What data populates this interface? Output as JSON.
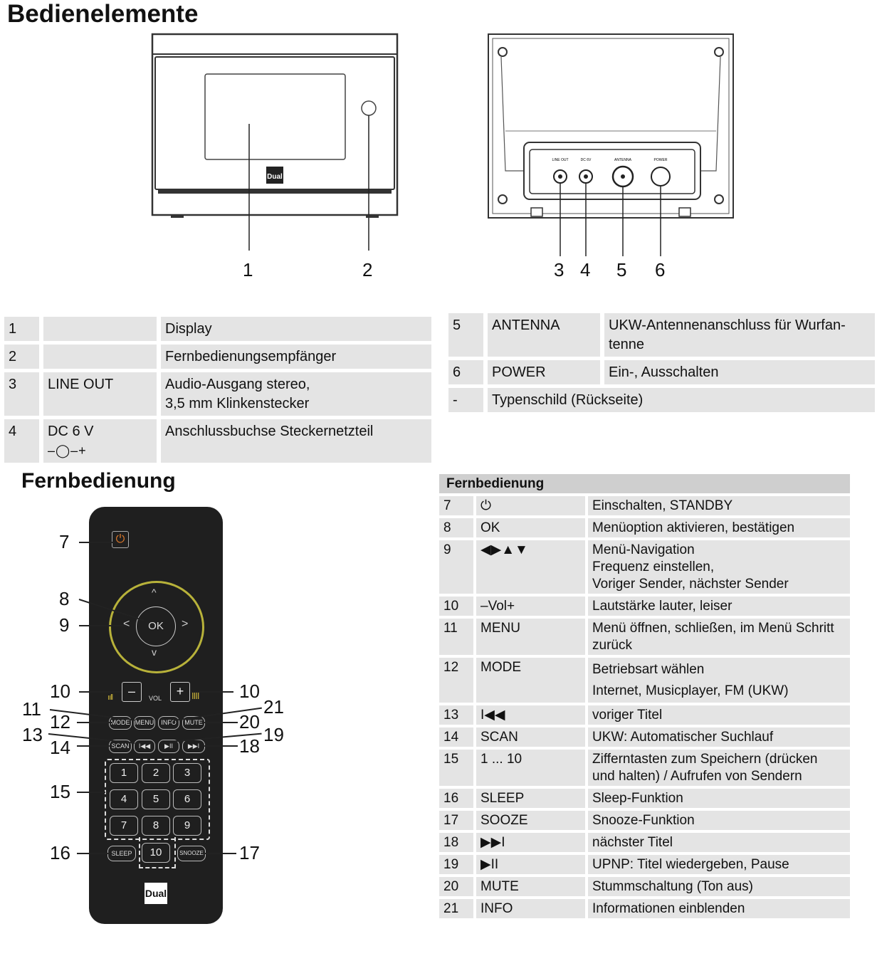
{
  "page": {
    "title": "Bedienelemente",
    "remote_section_title": "Fernbedienung"
  },
  "device": {
    "brand": "Dual",
    "front_callouts": [
      "1",
      "2"
    ],
    "back_callouts": [
      "3",
      "4",
      "5",
      "6"
    ],
    "back_panel_labels": [
      "LINE OUT",
      "DC 6V",
      "ANTENNA",
      "POWER"
    ]
  },
  "parts_left": [
    {
      "num": "1",
      "name": "",
      "desc": "Display"
    },
    {
      "num": "2",
      "name": "",
      "desc": "Fernbedienungsempfänger"
    },
    {
      "num": "3",
      "name": "LINE OUT",
      "desc": "Audio-Ausgang stereo,",
      "desc2": "3,5 mm Klinkenstecker"
    },
    {
      "num": "4",
      "name": "DC 6 V",
      "symbol": "–◯–+",
      "desc": "Anschlussbuchse Steckernetzteil"
    }
  ],
  "parts_right": [
    {
      "num": "5",
      "name": "ANTENNA",
      "desc": "UKW-Antennenanschluss für Wurfan-",
      "desc2": "tenne"
    },
    {
      "num": "6",
      "name": "POWER",
      "desc": "Ein-, Ausschalten"
    },
    {
      "num": "-",
      "name": "Typenschild (Rückseite)"
    }
  ],
  "remote_table": {
    "header": "Fernbedienung",
    "rows": [
      {
        "num": "7",
        "key": "⏻",
        "desc": "Einschalten, STANDBY"
      },
      {
        "num": "8",
        "key": "OK",
        "desc": "Menüoption aktivieren, bestätigen"
      },
      {
        "num": "9",
        "key": "◀▶▲▼",
        "desc": "Menü-Navigation",
        "desc2": "Frequenz einstellen,",
        "desc3": "Voriger Sender, nächster Sender"
      },
      {
        "num": "10",
        "key": "–Vol+",
        "desc": "Lautstärke lauter, leiser"
      },
      {
        "num": "11",
        "key": "MENU",
        "desc": "Menü öffnen, schließen, im Menü Schritt",
        "desc2": "zurück"
      },
      {
        "num": "12",
        "key": "MODE",
        "desc": "Betriebsart wählen",
        "desc2": "Internet, Musicplayer, FM (UKW)"
      },
      {
        "num": "13",
        "key": "I◀◀",
        "desc": "voriger Titel"
      },
      {
        "num": "14",
        "key": "SCAN",
        "desc": "UKW: Automatischer Suchlauf"
      },
      {
        "num": "15",
        "key": "1 ... 10",
        "desc": "Zifferntasten zum Speichern (drücken",
        "desc2": "und halten) / Aufrufen von Sendern"
      },
      {
        "num": "16",
        "key": "SLEEP",
        "desc": "Sleep-Funktion"
      },
      {
        "num": "17",
        "key": "SOOZE",
        "desc": "Snooze-Funktion"
      },
      {
        "num": "18",
        "key": "▶▶I",
        "desc": "nächster Titel"
      },
      {
        "num": "19",
        "key": "▶II",
        "desc": "UPNP: Titel wiedergeben, Pause"
      },
      {
        "num": "20",
        "key": "MUTE",
        "desc": "Stummschaltung (Ton aus)"
      },
      {
        "num": "21",
        "key": "INFO",
        "desc": "Informationen einblenden"
      }
    ]
  },
  "remote": {
    "callouts": [
      "7",
      "8",
      "9",
      "10",
      "10",
      "11",
      "21",
      "12",
      "20",
      "13",
      "19",
      "14",
      "18",
      "15",
      "16",
      "17"
    ],
    "ok": "OK",
    "vol": "VOL",
    "buttons": [
      "MODE",
      "MENU",
      "INFO",
      "MUTE",
      "SCAN",
      "I◀◀",
      "▶II",
      "▶▶I",
      "SLEEP",
      "SNOOZE"
    ],
    "keys": [
      "1",
      "2",
      "3",
      "4",
      "5",
      "6",
      "7",
      "8",
      "9",
      "10"
    ],
    "brand": "Dual"
  }
}
